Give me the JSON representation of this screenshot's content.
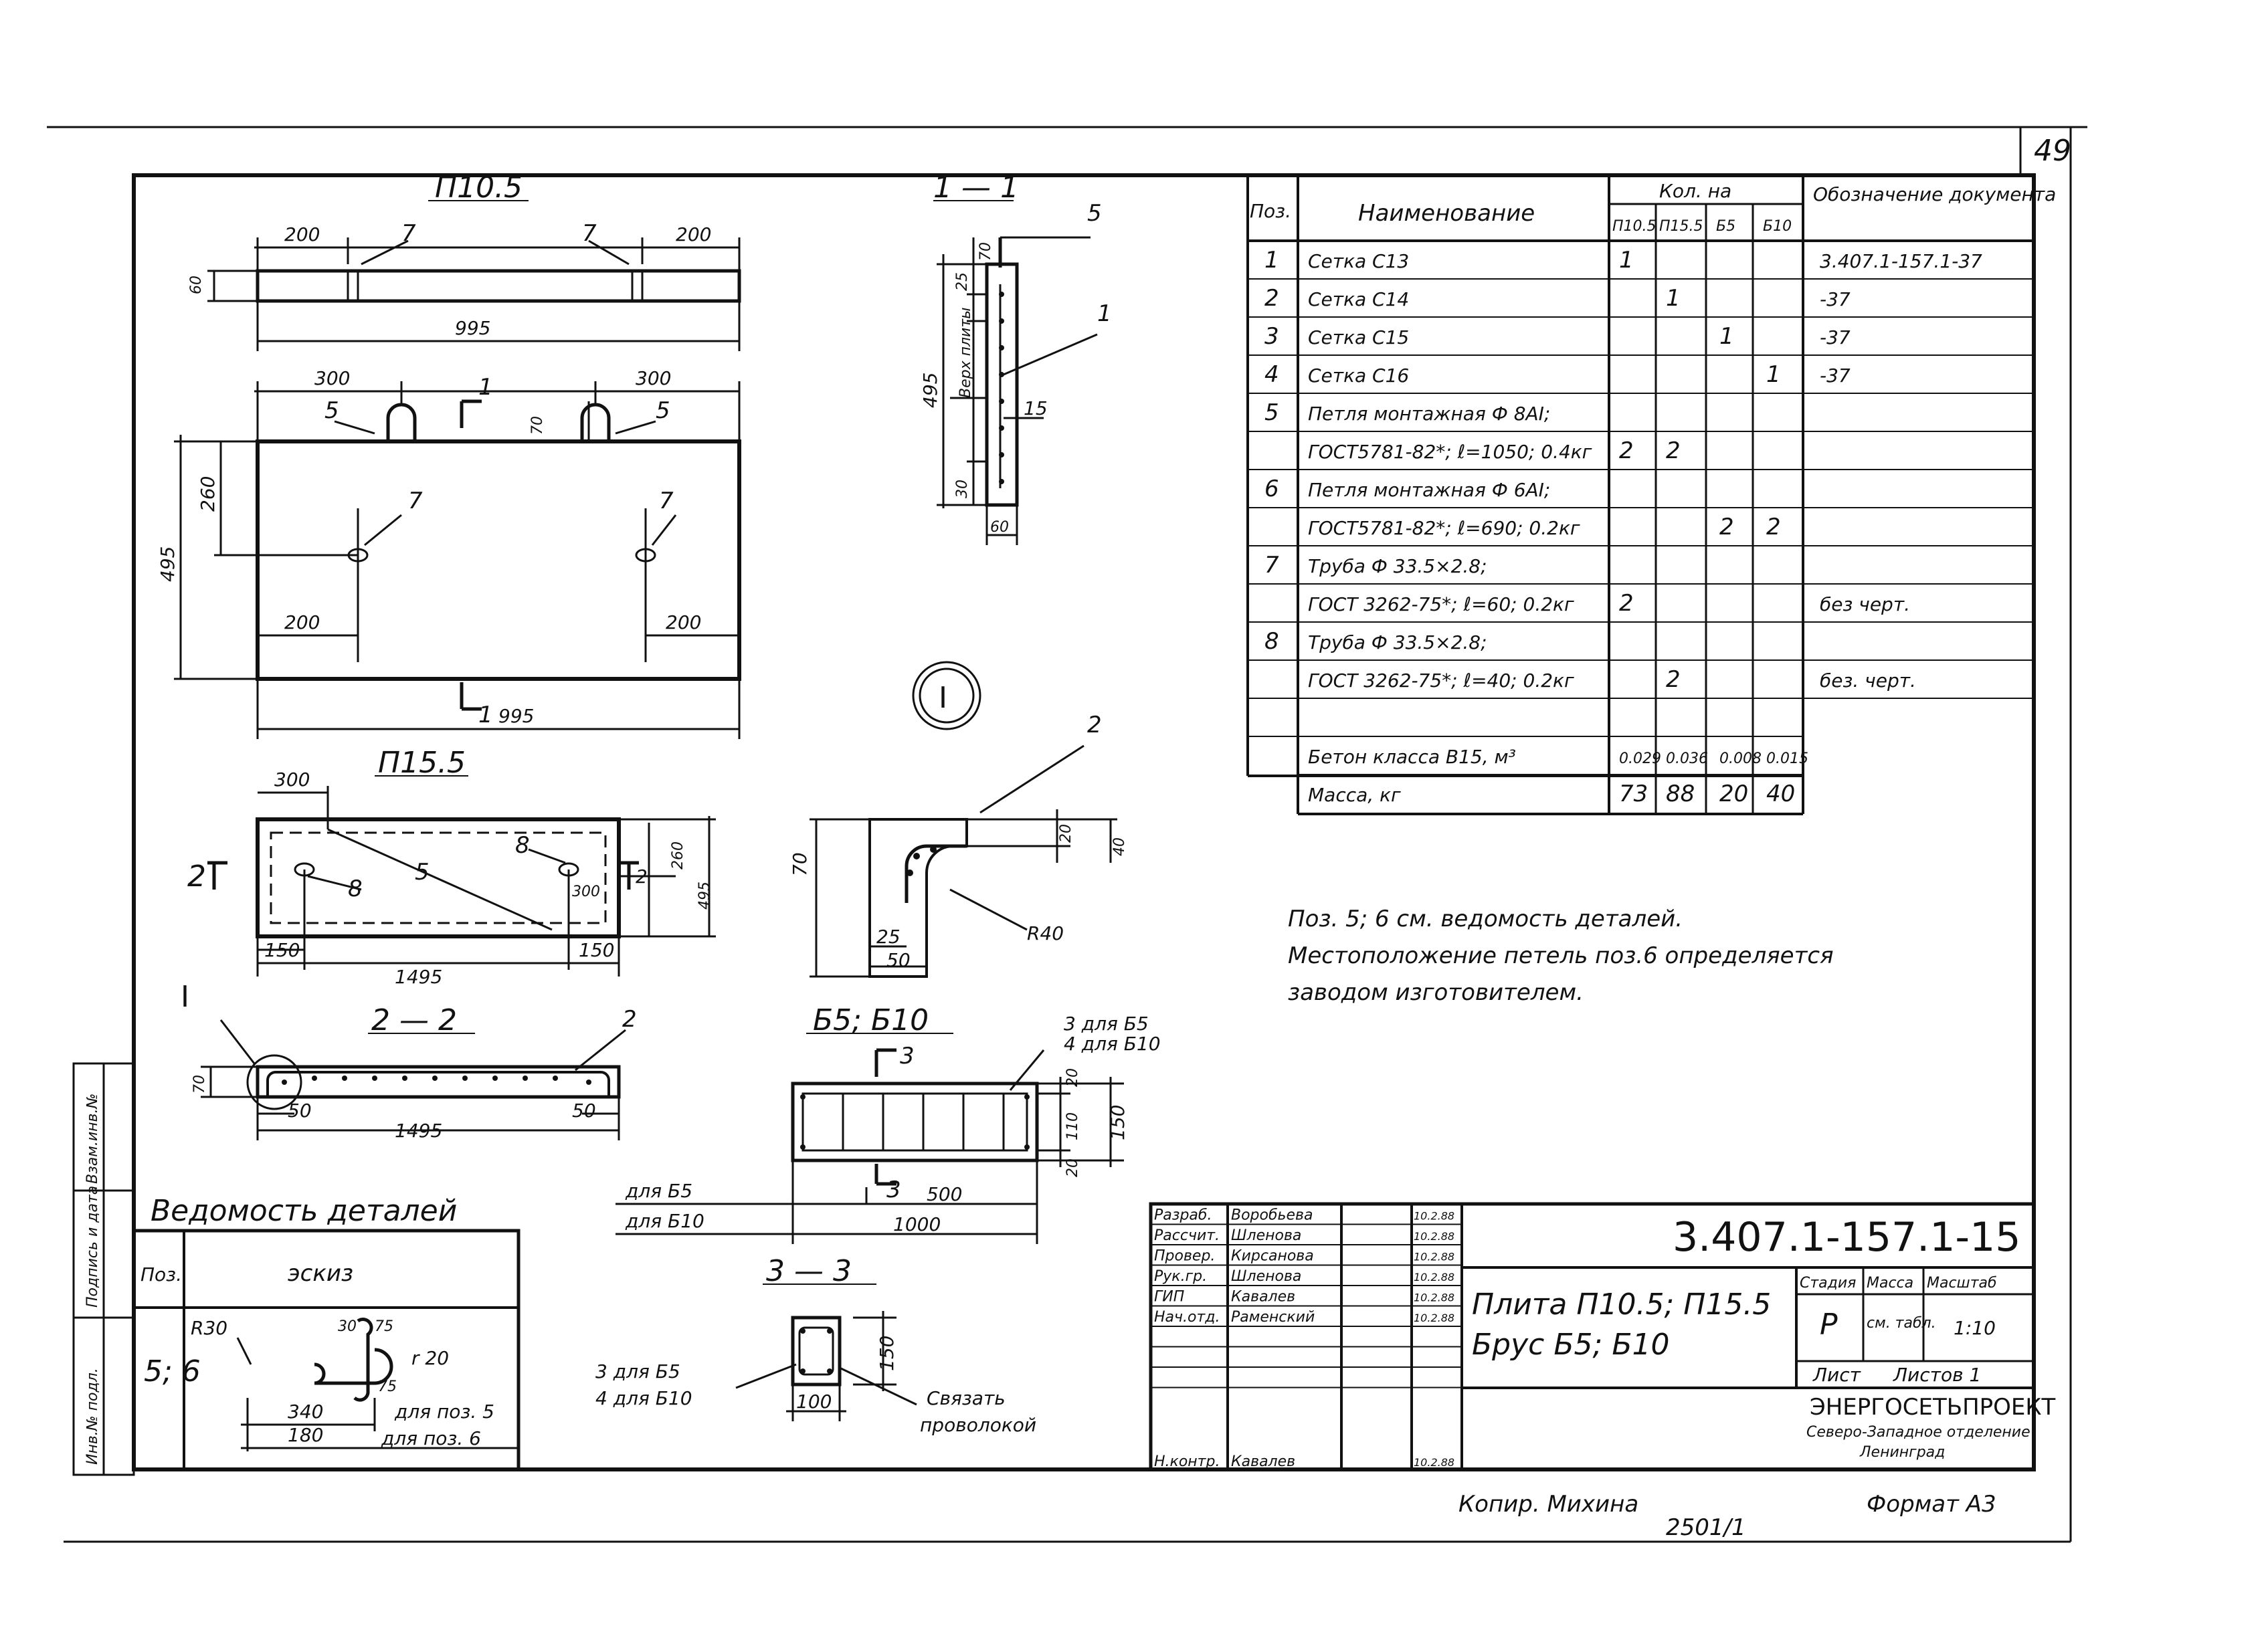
{
  "sheet_number": "49",
  "views": {
    "p105_title": "П10.5",
    "p155_title": "П15.5",
    "sec11_title": "1 — 1",
    "sec22_title": "2 — 2",
    "sec33_title": "3 — 3",
    "b5b10_title": "Б5;    Б10",
    "detail_mark": "I",
    "sec_mark_1": "1",
    "sec_mark_2": "2",
    "sec_mark_3": "3"
  },
  "dims": {
    "d200": "200",
    "d995": "995",
    "d300": "300",
    "d260": "260",
    "d495": "495",
    "d70": "70",
    "d60": "60",
    "d25": "25",
    "d30": "30",
    "d15": "15",
    "d150": "150",
    "d1495": "1495",
    "d50": "50",
    "d20": "20",
    "d40": "40",
    "d110": "110",
    "d500": "500",
    "d1000": "1000",
    "d100": "100",
    "d340": "340",
    "d180": "180",
    "r30": "R30",
    "r40": "R40",
    "r20": "r 20",
    "d75": "75",
    "verh": "Верх плиты"
  },
  "pos_marks": {
    "m1": "1",
    "m2": "2",
    "m5": "5",
    "m7": "7",
    "m8": "8"
  },
  "labels": {
    "three_b5_four_b10": "3 для Б5",
    "four_b10": "4 для Б10",
    "for_b5": "для Б5",
    "for_b10": "для Б10",
    "tie_wire_1": "Связать",
    "tie_wire_2": "проволокой",
    "three_b5": "3 для Б5",
    "four_b10b": "4 для Б10"
  },
  "spec_table": {
    "headers": {
      "pos": "Поз.",
      "name": "Наименование",
      "qty": "Кол. на",
      "doc": "Обозначение документа",
      "cols": [
        "П10.5",
        "П15.5",
        "Б5",
        "Б10"
      ]
    },
    "rows": [
      {
        "pos": "1",
        "name": "Сетка   С13",
        "q": [
          "1",
          "",
          "",
          ""
        ],
        "doc": "3.407.1-157.1-37"
      },
      {
        "pos": "2",
        "name": "Сетка   С14",
        "q": [
          "",
          "1",
          "",
          ""
        ],
        "doc": "-37"
      },
      {
        "pos": "3",
        "name": "Сетка   С15",
        "q": [
          "",
          "",
          "1",
          ""
        ],
        "doc": "-37"
      },
      {
        "pos": "4",
        "name": "Сетка   С16",
        "q": [
          "",
          "",
          "",
          "1"
        ],
        "doc": "-37"
      },
      {
        "pos": "5",
        "name": "Петля монтажная Ф 8AI;",
        "q": [
          "",
          "",
          "",
          ""
        ],
        "doc": ""
      },
      {
        "pos": "",
        "name": "ГОСТ5781-82*; ℓ=1050; 0.4кг",
        "q": [
          "2",
          "2",
          "",
          ""
        ],
        "doc": ""
      },
      {
        "pos": "6",
        "name": "Петля монтажная Ф 6AI;",
        "q": [
          "",
          "",
          "",
          ""
        ],
        "doc": ""
      },
      {
        "pos": "",
        "name": "ГОСТ5781-82*; ℓ=690; 0.2кг",
        "q": [
          "",
          "",
          "2",
          "2"
        ],
        "doc": ""
      },
      {
        "pos": "7",
        "name": "Труба Ф 33.5×2.8;",
        "q": [
          "",
          "",
          "",
          ""
        ],
        "doc": ""
      },
      {
        "pos": "",
        "name": "ГОСТ 3262-75*; ℓ=60; 0.2кг",
        "q": [
          "2",
          "",
          "",
          ""
        ],
        "doc": "без черт."
      },
      {
        "pos": "8",
        "name": "Труба Ф 33.5×2.8;",
        "q": [
          "",
          "",
          "",
          ""
        ],
        "doc": ""
      },
      {
        "pos": "",
        "name": "ГОСТ 3262-75*; ℓ=40; 0.2кг",
        "q": [
          "",
          "2",
          "",
          ""
        ],
        "doc": "без. черт."
      },
      {
        "pos": "",
        "name": "",
        "q": [
          "",
          "",
          "",
          ""
        ],
        "doc": ""
      },
      {
        "pos": "",
        "name": "Бетон класса В15, м³",
        "q": [
          "0.029",
          "0.036",
          "0.008",
          "0.015"
        ],
        "doc": ""
      },
      {
        "pos": "",
        "name": "Масса, кг",
        "q": [
          "73",
          "88",
          "20",
          "40"
        ],
        "doc": ""
      }
    ]
  },
  "notes": [
    "Поз. 5; 6 см. ведомость деталей.",
    "Местоположение петель поз.6 определяется",
    "заводом изготовителем."
  ],
  "details_table": {
    "title": "Ведомость деталей",
    "h_pos": "Поз.",
    "h_sketch": "эскиз",
    "pos": "5; 6",
    "for_pos5": "для поз. 5",
    "for_pos6": "для поз. 6"
  },
  "side_stamp": [
    "Инв.№ подл.",
    "Подпись и дата",
    "Взам.инв.№"
  ],
  "title_block": {
    "code": "3.407.1-157.1-15",
    "roles": [
      "Разраб.",
      "Рассчит.",
      "Провер.",
      "Рук.гр.",
      "ГИП",
      "Нач.отд.",
      "",
      "",
      "",
      "Н.контр."
    ],
    "names": [
      "Воробьева",
      "Шленова",
      "Кирсанова",
      "Шленова",
      "Кавалев",
      "Раменский",
      "",
      "",
      "",
      "Кавалев"
    ],
    "dates": [
      "10.2.88",
      "10.2.88",
      "10.2.88",
      "10.2.88",
      "10.2.88",
      "10.2.88",
      "",
      "",
      "",
      "10.2.88"
    ],
    "product_line1": "Плита П10.5;  П15.5",
    "product_line2": "Брус  Б5;   Б10",
    "h_stage": "Стадия",
    "h_mass": "Масса",
    "h_scale": "Масштаб",
    "stage": "Р",
    "mass": "см. табл.",
    "scale": "1:10",
    "sheet": "Лист",
    "sheets": "Листов 1",
    "org1": "ЭНЕРГОСЕТЬПРОЕКТ",
    "org2": "Северо-Западное отделение",
    "org3": "Ленинград"
  },
  "footer": {
    "copied": "Копир. Михина",
    "format": "Формат А3",
    "order": "2501/1"
  },
  "colors": {
    "ink": "#111111",
    "paper": "#ffffff"
  }
}
